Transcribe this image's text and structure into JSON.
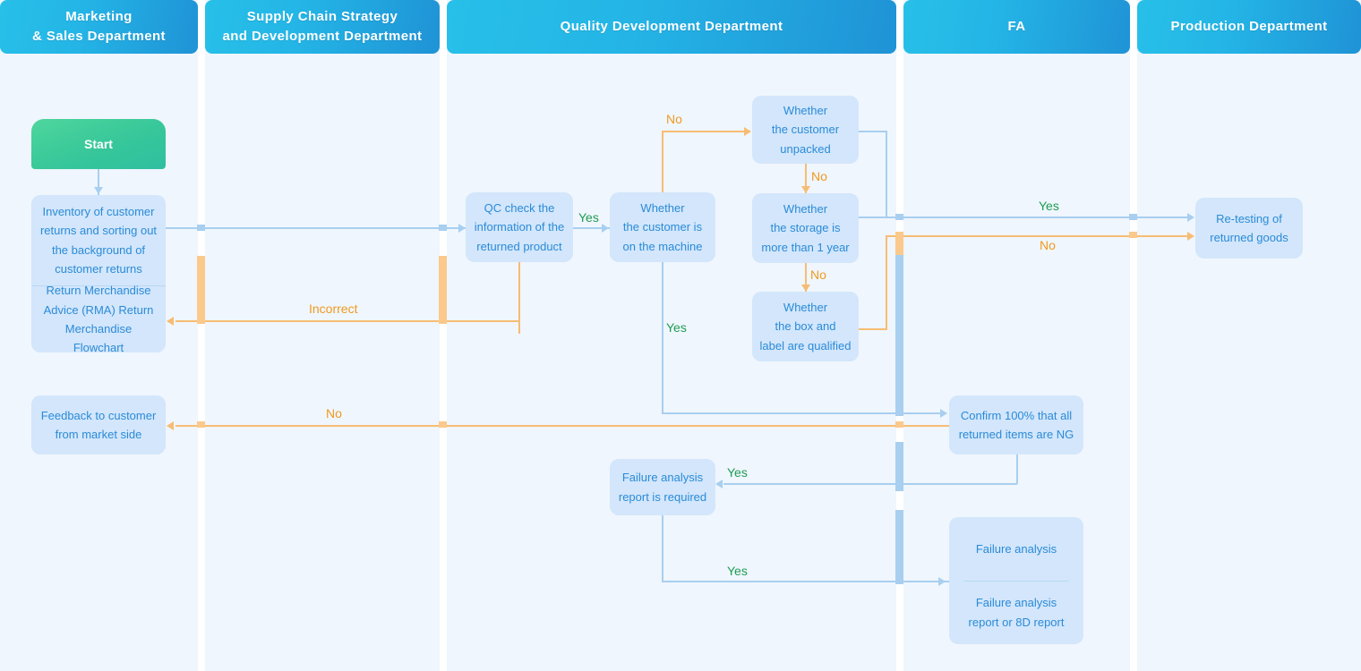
{
  "diagram": {
    "title": "Return Merchandise Advice (RMA) Return Merchandise Flowchart",
    "colors": {
      "lane_header_start": "#27c0e8",
      "lane_header_end": "#1f93d6",
      "lane_body": "#eff6fd",
      "node_fill": "#d3e6fb",
      "node_text": "#2a8bd8",
      "start_fill": "#37c79a",
      "flow_blue": "#a8cff0",
      "flow_orange": "#f7bc74",
      "label_yes": "#1f9c52",
      "label_no": "#f0991f"
    }
  },
  "lanes": [
    {
      "id": "marketing",
      "title": "Marketing\n& Sales Department"
    },
    {
      "id": "supply",
      "title": "Supply Chain Strategy\nand Development Department"
    },
    {
      "id": "quality",
      "title": "Quality Development Department"
    },
    {
      "id": "fa",
      "title": "FA"
    },
    {
      "id": "production",
      "title": "Production Department"
    }
  ],
  "lane_titles": {
    "marketing_l1": "Marketing",
    "marketing_l2": "& Sales Department",
    "supply_l1": "Supply Chain Strategy",
    "supply_l2": "and Development Department",
    "quality": "Quality Development Department",
    "fa": "FA",
    "production": "Production Department"
  },
  "nodes": {
    "start": {
      "label": "Start"
    },
    "inventory": {
      "l1": "Inventory of customer",
      "l2": "returns and sorting out",
      "l3": "the background of",
      "l4": "customer returns"
    },
    "rma": {
      "l1": "Return Merchandise",
      "l2": "Advice (RMA) Return",
      "l3": "Merchandise Flowchart"
    },
    "feedback": {
      "l1": "Feedback to customer",
      "l2": "from market side"
    },
    "qc_check": {
      "l1": "QC check the",
      "l2": "information of the",
      "l3": "returned product"
    },
    "on_machine": {
      "l1": "Whether",
      "l2": "the customer is",
      "l3": "on the machine"
    },
    "unpacked": {
      "l1": "Whether",
      "l2": "the customer",
      "l3": "unpacked"
    },
    "storage_year": {
      "l1": "Whether",
      "l2": "the storage is",
      "l3": "more than 1 year"
    },
    "box_label": {
      "l1": "Whether",
      "l2": "the box and",
      "l3": "label are qualified"
    },
    "fa_required": {
      "l1": "Failure analysis",
      "l2": "report is required"
    },
    "confirm_ng": {
      "l1": "Confirm 100% that all",
      "l2": "returned items are NG"
    },
    "failure_analysis": {
      "label": "Failure analysis"
    },
    "fa_report": {
      "l1": "Failure analysis",
      "l2": "report or 8D report"
    },
    "retesting": {
      "l1": "Re-testing of",
      "l2": "returned goods"
    }
  },
  "edge_labels": {
    "qc_yes": "Yes",
    "machine_no": "No",
    "machine_yes": "Yes",
    "unpacked_no": "No",
    "storage_no": "No",
    "incorrect": "Incorrect",
    "feedback_no": "No",
    "retest_yes": "Yes",
    "retest_no": "No",
    "fa_required_yes": "Yes",
    "fa_report_yes": "Yes"
  }
}
